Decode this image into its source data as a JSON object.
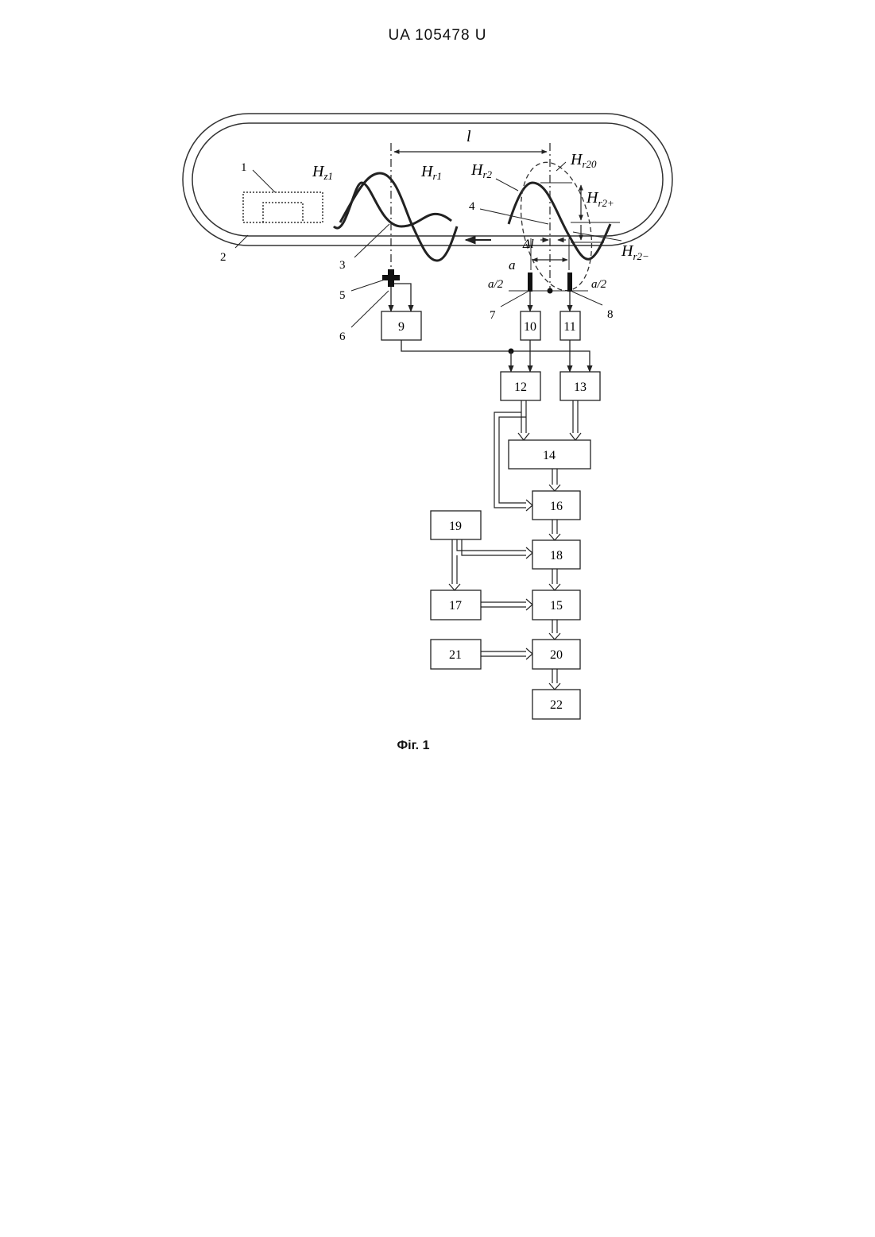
{
  "header": {
    "doc_number": "UA   105478   U"
  },
  "caption": "Фіг. 1",
  "blocks": [
    {
      "id": "9",
      "label": "9"
    },
    {
      "id": "10",
      "label": "10"
    },
    {
      "id": "11",
      "label": "11"
    },
    {
      "id": "12",
      "label": "12"
    },
    {
      "id": "13",
      "label": "13"
    },
    {
      "id": "14",
      "label": "14"
    },
    {
      "id": "16",
      "label": "16"
    },
    {
      "id": "19",
      "label": "19"
    },
    {
      "id": "18",
      "label": "18"
    },
    {
      "id": "17",
      "label": "17"
    },
    {
      "id": "15",
      "label": "15"
    },
    {
      "id": "21",
      "label": "21"
    },
    {
      "id": "20",
      "label": "20"
    },
    {
      "id": "22",
      "label": "22"
    }
  ],
  "callouts": {
    "n1": "1",
    "n2": "2",
    "n3": "3",
    "n4": "4",
    "n5": "5",
    "n6": "6",
    "n7": "7",
    "n8": "8"
  },
  "symbols": {
    "l": "l",
    "delta_l": "Δl",
    "a": "a",
    "a_half_left": "a/2",
    "a_half_right": "a/2",
    "H": "H",
    "sub_z1": "z1",
    "sub_r1": "r1",
    "sub_r2": "r2",
    "sub_r20": "r20",
    "sub_r2plus": "r2+",
    "sub_r2minus": "r2−"
  }
}
